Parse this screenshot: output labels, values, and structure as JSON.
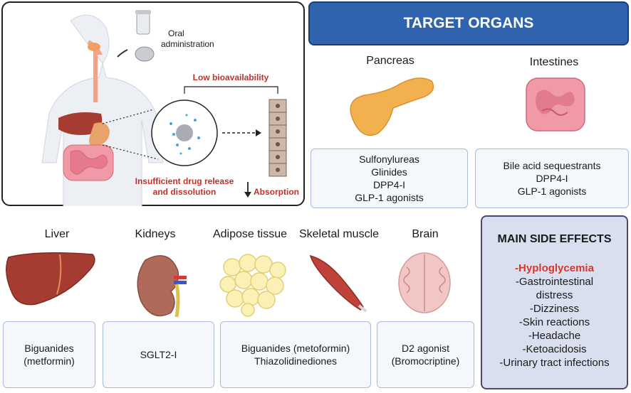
{
  "top_panel": {
    "oral_line1": "Oral",
    "oral_line2": "administration",
    "low_bio": "Low bioavailability",
    "insufficient_line1": "Insufficient drug release",
    "insufficient_line2": "and dissolution",
    "absorption": "Absorption"
  },
  "target": {
    "header": "TARGET ORGANS",
    "pancreas": {
      "label": "Pancreas",
      "drugs": [
        "Sulfonylureas",
        "Glinides",
        "DPP4-I",
        "GLP-1 agonists"
      ]
    },
    "intestines": {
      "label": "Intestines",
      "drugs": [
        "Bile acid sequestrants",
        "DPP4-I",
        "GLP-1 agonists"
      ]
    }
  },
  "bottom_organs": {
    "liver": {
      "label": "Liver",
      "drugs": [
        "Biguanides",
        "(metformin)"
      ]
    },
    "kidneys": {
      "label": "Kidneys",
      "drugs": [
        "SGLT2-I"
      ]
    },
    "adipose": {
      "label": "Adipose tissue"
    },
    "skeletal": {
      "label": "Skeletal muscle"
    },
    "adipose_skeletal_drugs": [
      "Biguanides (metoformin)",
      "Thiazolidinediones"
    ],
    "brain": {
      "label": "Brain",
      "drugs": [
        "D2 agonist",
        "(Bromocriptine)"
      ]
    }
  },
  "side_effects": {
    "title": "MAIN SIDE EFFECTS",
    "items": [
      "-Hyploglycemia",
      "-Gastrointestinal",
      "distress",
      "-Dizziness",
      "-Skin reactions",
      "-Headache",
      "-Ketoacidosis",
      "-Urinary tract infections"
    ]
  },
  "colors": {
    "header_blue": "#2f63ad",
    "side_bg": "#d9dfee",
    "hypo_red": "#d9352b",
    "label_red": "#c0312b"
  }
}
